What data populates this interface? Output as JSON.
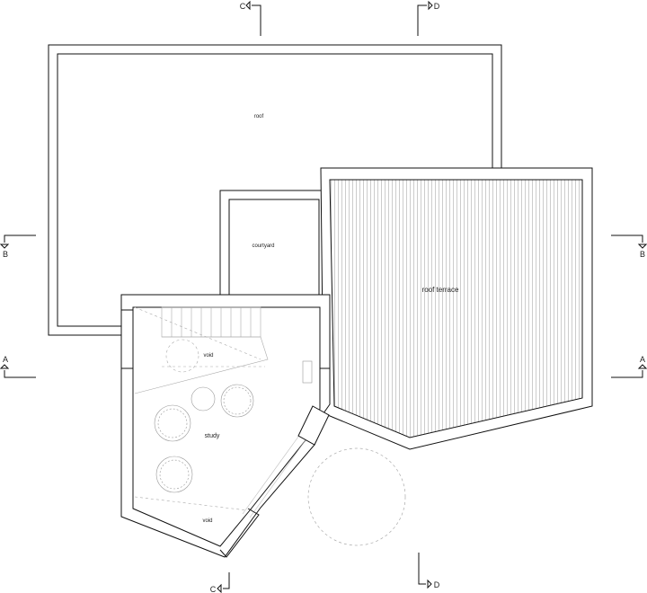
{
  "rooms": {
    "roof": "roof",
    "courtyard": "courtyard",
    "roof_terrace": "roof terrace",
    "void_upper": "void",
    "study": "study",
    "void_lower": "void"
  },
  "section_markers": {
    "top_c": "C",
    "top_d": "D",
    "left_b": "B",
    "right_b": "B",
    "left_a": "A",
    "right_a": "A",
    "bottom_c": "C",
    "bottom_d": "D"
  }
}
